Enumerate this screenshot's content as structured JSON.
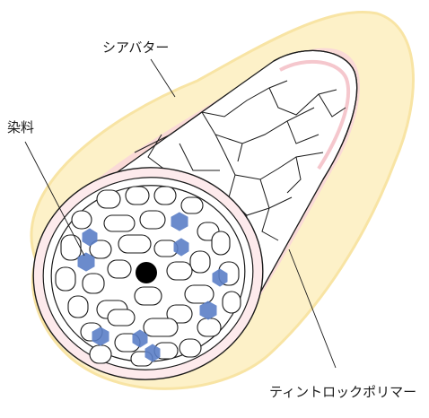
{
  "labels": {
    "shea_butter": "シアバター",
    "dye": "染料",
    "tint_lock_polymer": "ティントロックポリマー"
  },
  "colors": {
    "background": "#ffffff",
    "outer_glow": "#fdf1c6",
    "glow_rim": "#f8e3a0",
    "pink_layer": "#f9d6d9",
    "pink_inner": "#fdeaec",
    "outline": "#1a1a1a",
    "dye_blue": "#5b7fc7",
    "core": "#000000"
  }
}
